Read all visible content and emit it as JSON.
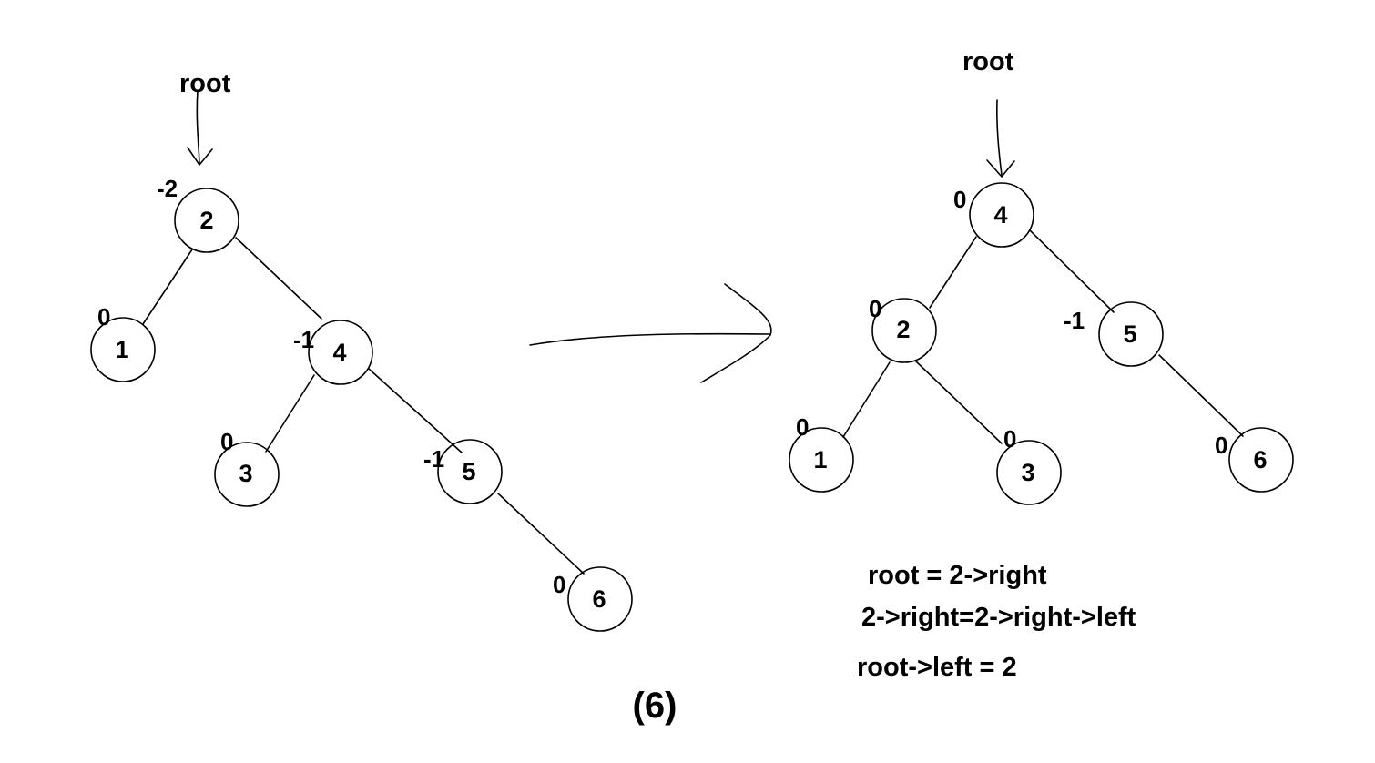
{
  "before": {
    "root_label": "root",
    "nodes": [
      {
        "id": "b2",
        "label": "2",
        "balance": "-2"
      },
      {
        "id": "b1",
        "label": "1",
        "balance": "0"
      },
      {
        "id": "b4",
        "label": "4",
        "balance": "-1"
      },
      {
        "id": "b3",
        "label": "3",
        "balance": "0"
      },
      {
        "id": "b5",
        "label": "5",
        "balance": "-1"
      },
      {
        "id": "b6",
        "label": "6",
        "balance": "0"
      }
    ],
    "edges": [
      [
        "b2",
        "b1"
      ],
      [
        "b2",
        "b4"
      ],
      [
        "b4",
        "b3"
      ],
      [
        "b4",
        "b5"
      ],
      [
        "b5",
        "b6"
      ]
    ]
  },
  "after": {
    "root_label": "root",
    "nodes": [
      {
        "id": "a4",
        "label": "4",
        "balance": "0"
      },
      {
        "id": "a2",
        "label": "2",
        "balance": "0"
      },
      {
        "id": "a5",
        "label": "5",
        "balance": "-1"
      },
      {
        "id": "a1",
        "label": "1",
        "balance": "0"
      },
      {
        "id": "a3",
        "label": "3",
        "balance": "0"
      },
      {
        "id": "a6",
        "label": "6",
        "balance": "0"
      }
    ],
    "edges": [
      [
        "a4",
        "a2"
      ],
      [
        "a4",
        "a5"
      ],
      [
        "a2",
        "a1"
      ],
      [
        "a2",
        "a3"
      ],
      [
        "a5",
        "a6"
      ]
    ]
  },
  "notes": [
    "root = 2->right",
    "2->right=2->right->left",
    "root->left = 2"
  ],
  "caption": "(6)"
}
